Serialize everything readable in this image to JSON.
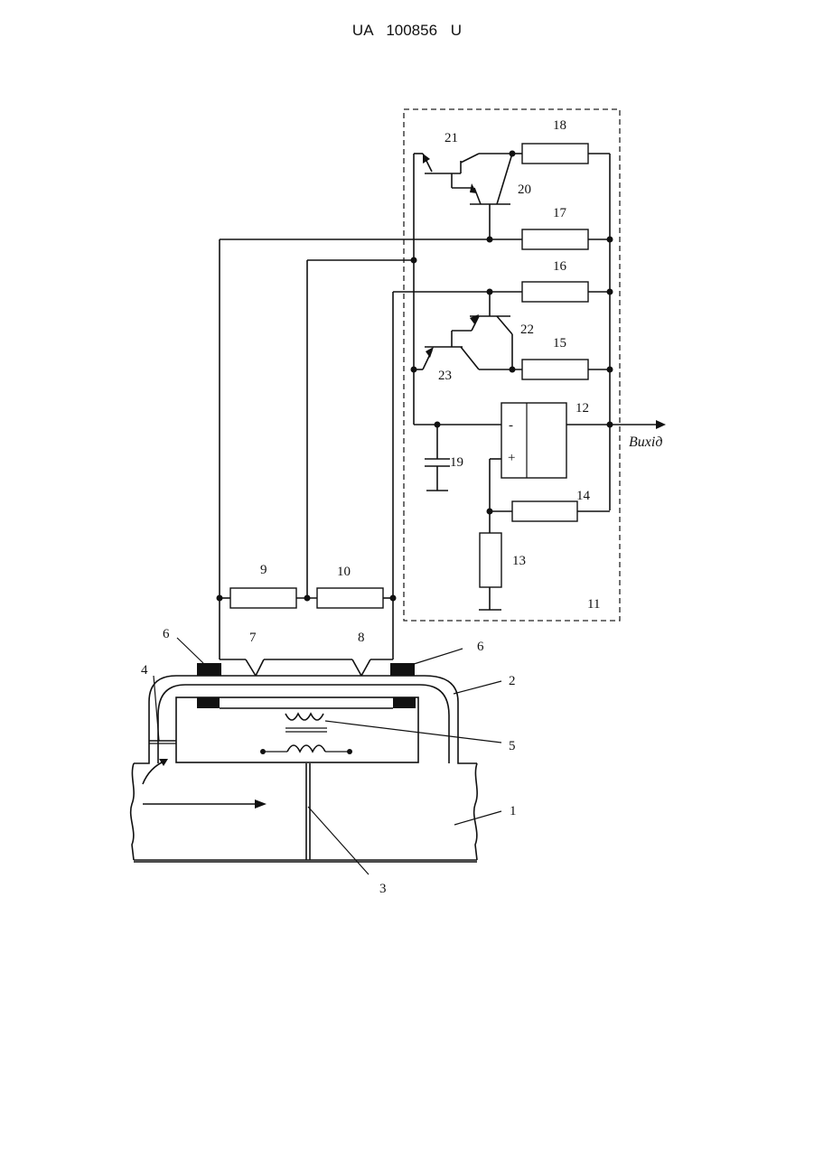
{
  "header": {
    "text": "UA   100856   U"
  },
  "labels": {
    "l1": "1",
    "l2": "2",
    "l3": "3",
    "l4": "4",
    "l5": "5",
    "l6a": "6",
    "l6b": "6",
    "l7": "7",
    "l8": "8",
    "l9": "9",
    "l10": "10",
    "l11": "11",
    "l12": "12",
    "l13": "13",
    "l14": "14",
    "l15": "15",
    "l16": "16",
    "l17": "17",
    "l18": "18",
    "l19": "19",
    "l20": "20",
    "l21": "21",
    "l22": "22",
    "l23": "23"
  },
  "opamp": {
    "minus": "-",
    "plus": "+"
  },
  "output_label": "Вихід"
}
